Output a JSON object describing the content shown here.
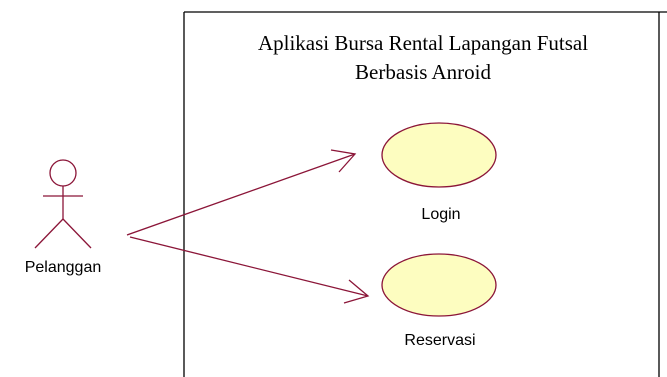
{
  "diagram": {
    "type": "use-case",
    "system": {
      "title_line1": "Aplikasi  Bursa Rental Lapangan Futsal",
      "title_line2": "Berbasis Anroid"
    },
    "actor": {
      "name": "Pelanggan"
    },
    "use_cases": [
      {
        "label": "Login"
      },
      {
        "label": "Reservasi"
      }
    ],
    "associations": [
      {
        "from": "Pelanggan",
        "to": "Login"
      },
      {
        "from": "Pelanggan",
        "to": "Reservasi"
      }
    ],
    "colors": {
      "line": "#8b1538",
      "usecase_fill": "#fdfdc0",
      "boundary": "#000000"
    }
  }
}
